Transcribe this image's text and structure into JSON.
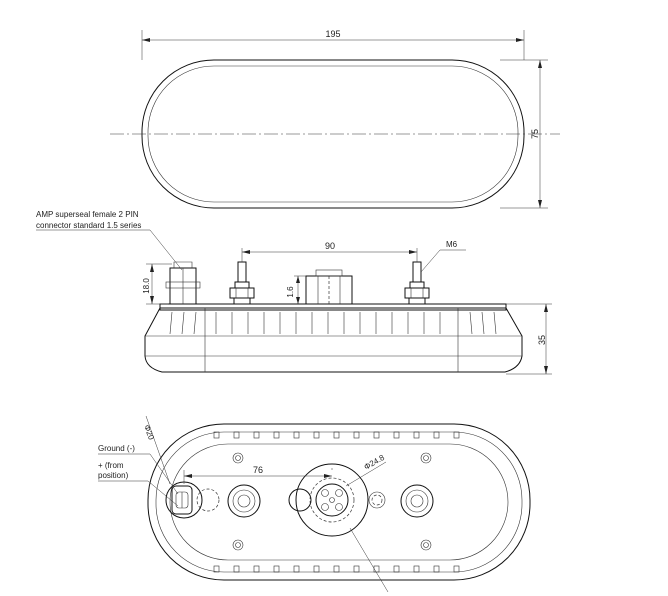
{
  "dimensions": {
    "width_top": "195",
    "height_top": "75",
    "stud_spacing": "90",
    "connector_height": "18.0",
    "connector_offset": "1.6",
    "side_height": "35",
    "bottom_spacing": "76",
    "hole_diameter": "Φ20",
    "pin_circle_diameter": "Φ24.8"
  },
  "labels": {
    "connector_line1": "AMP superseal female 2 PIN",
    "connector_line2": "connector standard 1.5 series",
    "thread": "M6",
    "ground": "Ground (-)",
    "positive_line1": "+ (from",
    "positive_line2": "position)"
  }
}
